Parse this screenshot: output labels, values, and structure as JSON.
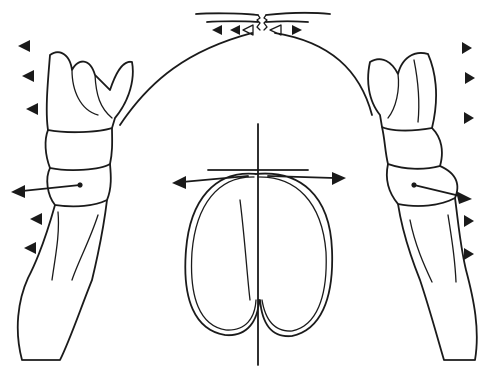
{
  "figure": {
    "kind": "line-drawing",
    "subject": "dental arch",
    "colors": {
      "ink": "#1a1a1a",
      "background": "#ffffff"
    },
    "parts": [
      "left-molar",
      "right-molar",
      "arch-curve",
      "midline-suture",
      "center-loops",
      "force-arrows",
      "direction-markers"
    ]
  }
}
